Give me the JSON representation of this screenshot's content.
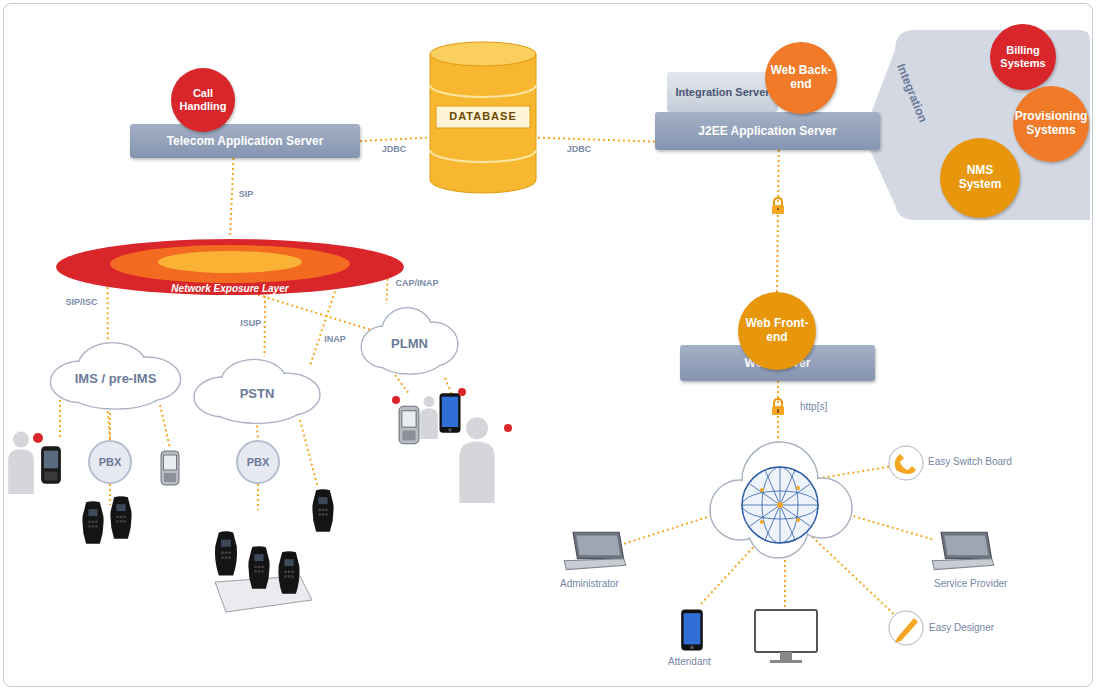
{
  "diagram": {
    "nodes": [
      {
        "text": [
          "Call Handling"
        ]
      },
      {
        "text": [
          "Telecom Application Server"
        ]
      },
      {
        "text": [
          "DATABASE"
        ]
      },
      {
        "text": [
          "Integration Server"
        ]
      },
      {
        "text": [
          "Web Back-end"
        ]
      },
      {
        "text": [
          "J2EE Application Server"
        ]
      },
      {
        "text": [
          "Integration"
        ]
      },
      {
        "text": [
          "Billing Systems"
        ],
        "in": 6
      },
      {
        "text": [
          "Provisioning Systems"
        ],
        "in": 6
      },
      {
        "text": [
          "NMS System"
        ],
        "in": 6
      },
      {
        "text": [
          "Network Exposure Layer"
        ]
      },
      {
        "text": [
          "IMS / pre-IMS"
        ]
      },
      {
        "text": [
          "PSTN"
        ]
      },
      {
        "text": [
          "PLMN"
        ]
      },
      {
        "text": [
          "PBX"
        ]
      },
      {
        "text": [
          "PBX"
        ]
      },
      {
        "text": [
          "Web Front-end"
        ]
      },
      {
        "text": [
          "Web Server"
        ]
      }
    ],
    "edges": [
      {
        "from": 1,
        "to": 2,
        "label": "JDBC",
        "arrow": "none"
      },
      {
        "from": 2,
        "to": 5,
        "label": "JDBC",
        "arrow": "none"
      },
      {
        "from": 1,
        "to": 10,
        "label": "SIP",
        "arrow": "none"
      },
      {
        "from": 5,
        "to": 16,
        "arrow": "none"
      },
      {
        "from": 10,
        "to": 11,
        "label": "SIP/ISC",
        "arrow": "none"
      },
      {
        "from": 10,
        "to": 12,
        "label": "ISUP",
        "arrow": "none"
      },
      {
        "from": 10,
        "to": 13,
        "arrow": "none"
      },
      {
        "from": 10,
        "to": 12,
        "label": "INAP",
        "arrow": "none"
      },
      {
        "from": 10,
        "to": 13,
        "label": "CAP/INAP",
        "arrow": "none"
      },
      {
        "from": 11,
        "to": 14,
        "arrow": "none"
      },
      {
        "from": 12,
        "to": 15,
        "arrow": "none"
      }
    ],
    "labels": [
      "http[s]",
      "Easy Switch Board",
      "Administrator",
      "Service Provider",
      "Attendant",
      "Easy Designer"
    ]
  }
}
